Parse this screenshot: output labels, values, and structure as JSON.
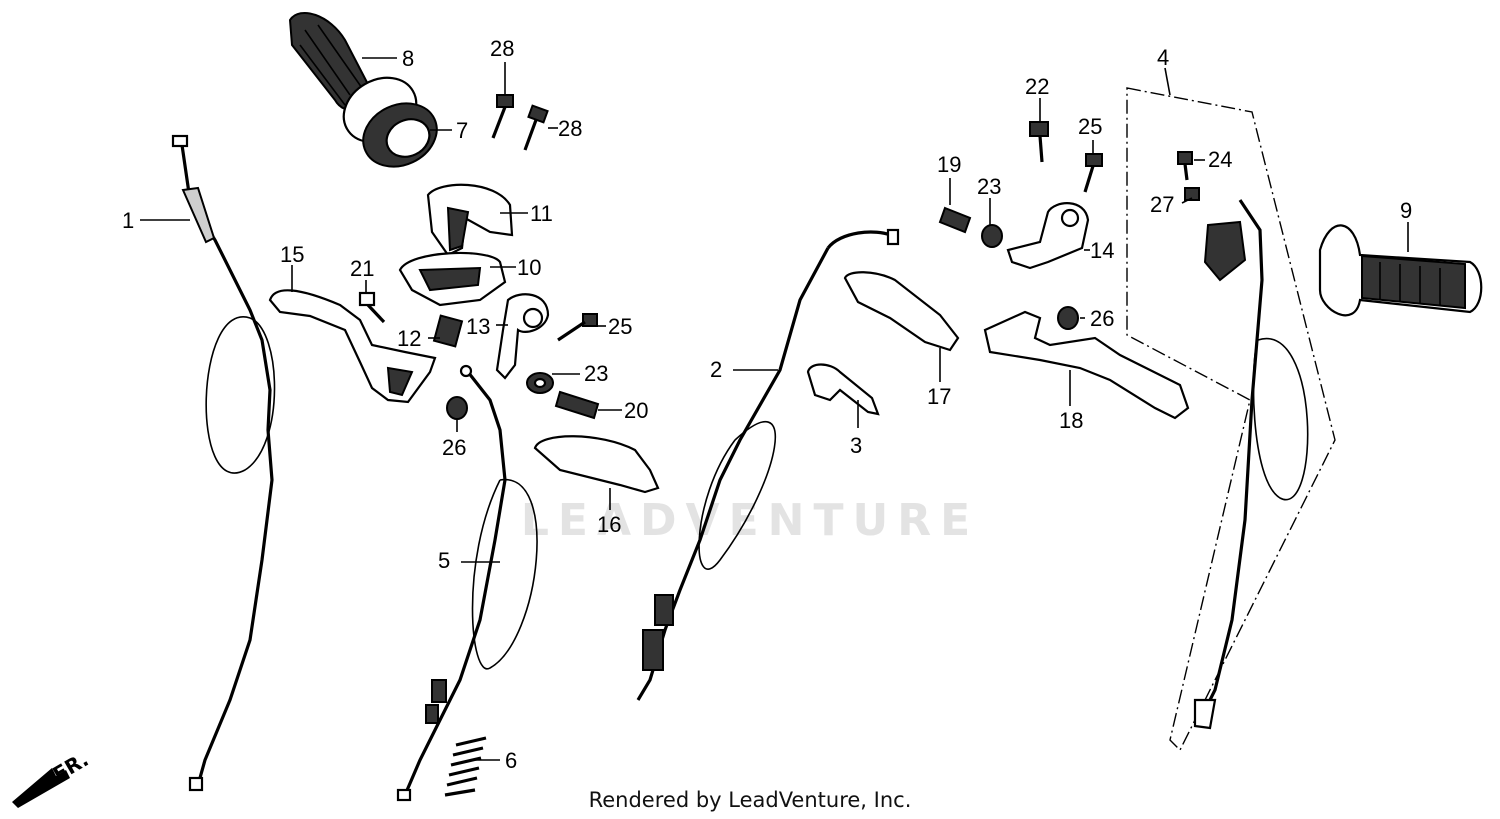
{
  "watermark": "LEADVENTURE",
  "credit": "Rendered by LeadVenture, Inc.",
  "front_indicator": "FR.",
  "callouts": {
    "c1": "1",
    "c2": "2",
    "c3": "3",
    "c4": "4",
    "c5": "5",
    "c6": "6",
    "c7": "7",
    "c8": "8",
    "c9": "9",
    "c10": "10",
    "c11": "11",
    "c12": "12",
    "c13": "13",
    "c14": "14",
    "c15": "15",
    "c16": "16",
    "c17": "17",
    "c18": "18",
    "c19": "19",
    "c20": "20",
    "c21": "21",
    "c22": "22",
    "c23a": "23",
    "c23b": "23",
    "c24": "24",
    "c25a": "25",
    "c25b": "25",
    "c26a": "26",
    "c26b": "26",
    "c27": "27",
    "c28a": "28",
    "c28b": "28"
  }
}
